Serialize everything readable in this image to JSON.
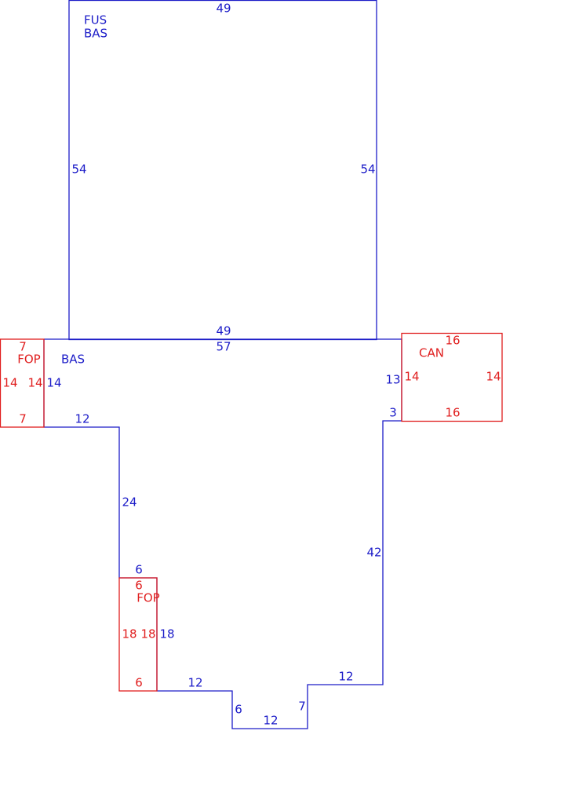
{
  "colors": {
    "living": "#1c1cc8",
    "porch": "#e01e1e"
  },
  "areas": {
    "upper": {
      "label_line1": "FUS",
      "label_line2": "BAS",
      "top": "49",
      "bottom": "49",
      "left": "54",
      "right": "54"
    },
    "main": {
      "label": "BAS",
      "top": "57",
      "left_upper": "14",
      "left_step": "12",
      "left_lower": "24",
      "notch_top": "6",
      "notch_side": "18",
      "bottom_left": "12",
      "inner_left": "6",
      "inner_bottom": "12",
      "inner_right": "7",
      "bottom_right": "12",
      "right_lower": "42",
      "right_step": "3",
      "right_upper": "13"
    },
    "porch_left": {
      "label": "FOP",
      "top": "7",
      "bottom": "7",
      "left": "14",
      "right": "14"
    },
    "porch_lower": {
      "label": "FOP",
      "top": "6",
      "bottom": "6",
      "left": "18",
      "right": "18"
    },
    "canopy": {
      "label": "CAN",
      "top": "16",
      "bottom": "16",
      "left": "14",
      "right": "14"
    }
  }
}
